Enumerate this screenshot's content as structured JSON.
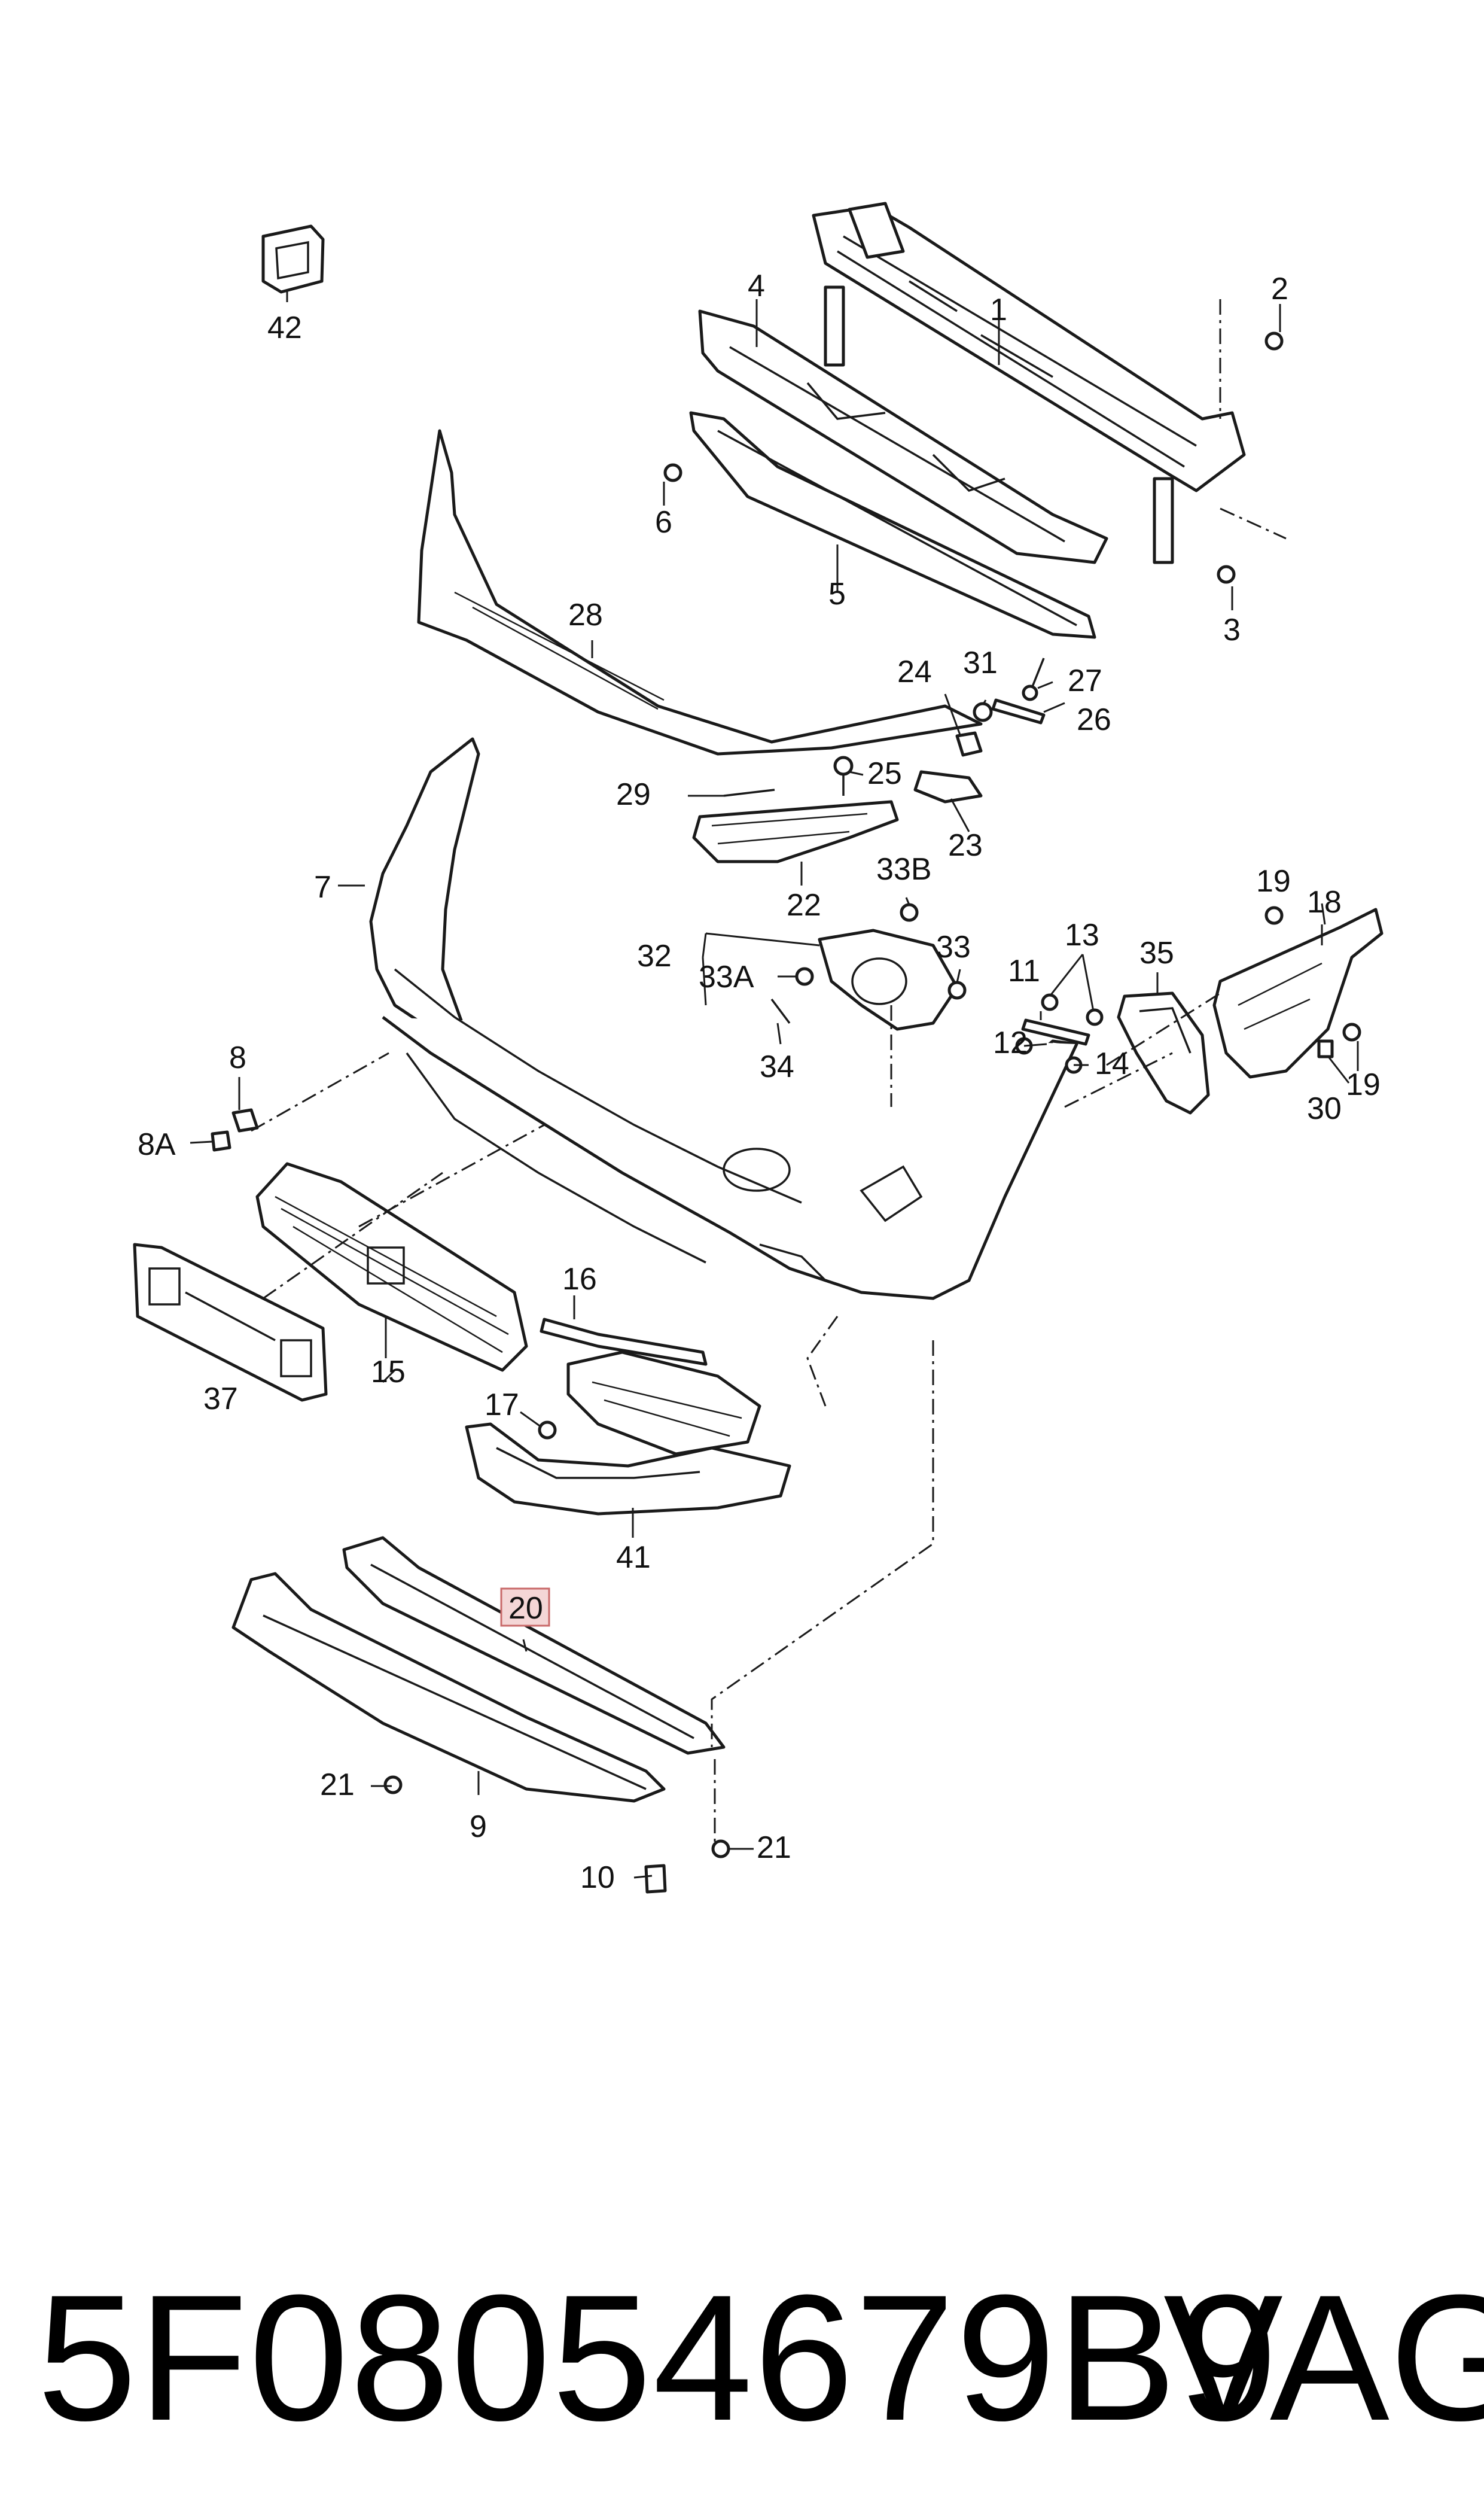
{
  "diagram": {
    "labels": {
      "p1": "1",
      "p2": "2",
      "p3": "3",
      "p4": "4",
      "p5": "5",
      "p6": "6",
      "p7": "7",
      "p8": "8",
      "p8a": "8A",
      "p9": "9",
      "p10": "10",
      "p11": "11",
      "p12": "12",
      "p13": "13",
      "p14": "14",
      "p15": "15",
      "p16": "16",
      "p17": "17",
      "p18": "18",
      "p19a": "19",
      "p19b": "19",
      "p20": "20",
      "p21a": "21",
      "p21b": "21",
      "p22": "22",
      "p23": "23",
      "p24": "24",
      "p25": "25",
      "p26": "26",
      "p27": "27",
      "p28": "28",
      "p29": "29",
      "p30": "30",
      "p31": "31",
      "p32": "32",
      "p33": "33",
      "p33a": "33A",
      "p33b": "33B",
      "p34": "34",
      "p35": "35",
      "p37": "37",
      "p41": "41",
      "p42": "42"
    },
    "highlighted_part": "20",
    "highlight_color": "#f4d6d6"
  },
  "footer": {
    "part_number": "5F08054679B9",
    "brand": "VAG"
  }
}
